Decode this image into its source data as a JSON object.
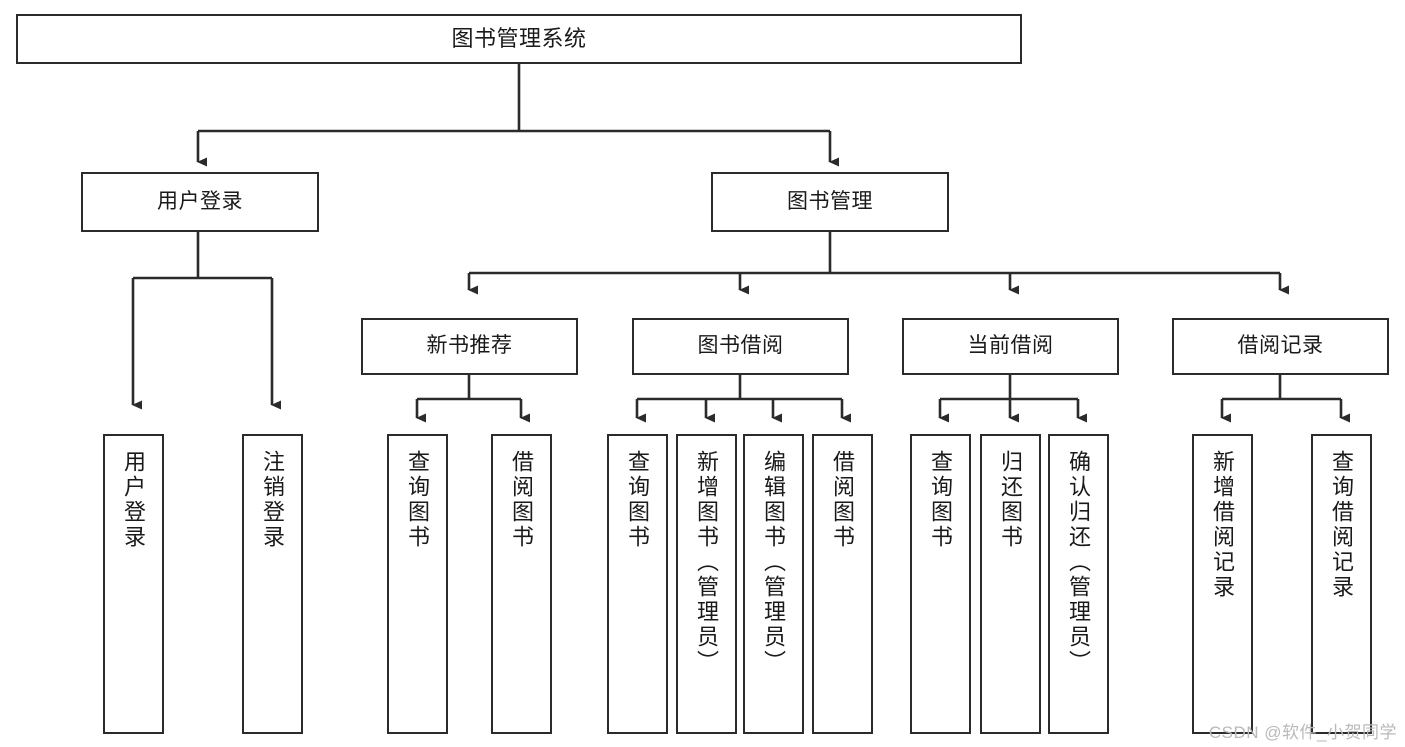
{
  "diagram": {
    "title": "图书管理系统",
    "type": "tree-hierarchy",
    "orientation": "top-down",
    "colors": {
      "box_border": "#2b2b2b",
      "box_fill": "#ffffff",
      "edge": "#2b2b2b",
      "text": "#1a1a1a",
      "watermark": "#b9b9b9",
      "background": "#ffffff"
    }
  },
  "watermark": {
    "text": "CSDN @软件_小贺同学"
  },
  "nodes": {
    "root": {
      "label": "图书管理系统"
    },
    "level1": [
      {
        "label": "用户登录"
      },
      {
        "label": "图书管理"
      }
    ],
    "level2": [
      {
        "label": "新书推荐"
      },
      {
        "label": "图书借阅"
      },
      {
        "label": "当前借阅"
      },
      {
        "label": "借阅记录"
      }
    ],
    "leaves": {
      "user_login": [
        {
          "label": "用户登录"
        },
        {
          "label": "注销登录"
        }
      ],
      "new_book_recommend": [
        {
          "label": "查询图书"
        },
        {
          "label": "借阅图书"
        }
      ],
      "book_borrow": [
        {
          "label": "查询图书"
        },
        {
          "label": "新增图书（管理员）"
        },
        {
          "label": "编辑图书（管理员）"
        },
        {
          "label": "借阅图书"
        }
      ],
      "current_borrow": [
        {
          "label": "查询图书"
        },
        {
          "label": "归还图书"
        },
        {
          "label": "确认归还（管理员）"
        }
      ],
      "borrow_record": [
        {
          "label": "新增借阅记录"
        },
        {
          "label": "查询借阅记录"
        }
      ]
    }
  }
}
